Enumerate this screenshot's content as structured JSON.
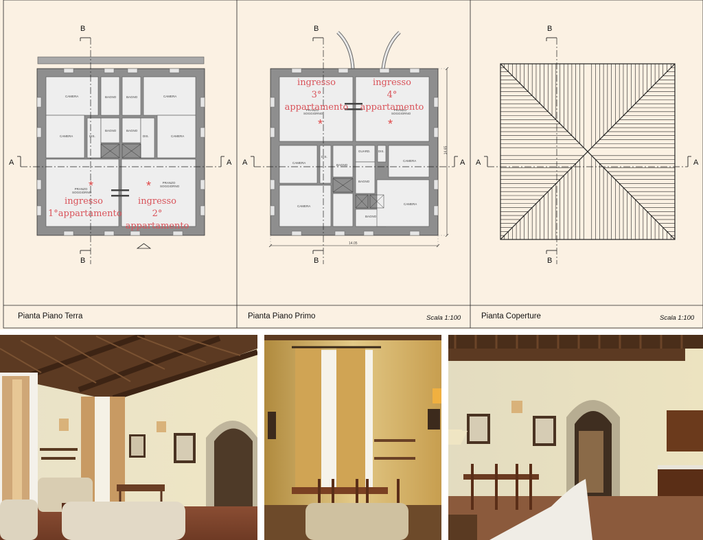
{
  "sheet": {
    "panels": [
      {
        "caption": "Pianta Piano Terra",
        "scale": ""
      },
      {
        "caption": "Pianta Piano Primo",
        "scale": "Scala 1:100"
      },
      {
        "caption": "Pianta Coperture",
        "scale": "Scala 1:100"
      }
    ],
    "section_b": "B",
    "section_a": "A",
    "ground_floor": {
      "entrance_1": [
        "ingresso",
        "1°appartamento"
      ],
      "entrance_2": [
        "ingresso",
        "2° appartamento"
      ],
      "room_labels": [
        "CAMERA",
        "BAGNO",
        "BAGNO",
        "CAMERA",
        "CAMERA",
        "BAGNO",
        "BAGNO",
        "CAMERA",
        "DIS.",
        "DIS.",
        "PRANZO SOGGIORNO",
        "PRANZO SOGGIORNO"
      ]
    },
    "first_floor": {
      "entrance_3": [
        "ingresso",
        "3° appartamento"
      ],
      "entrance_4": [
        "ingresso",
        "4° appartamento"
      ],
      "dimension_width": "14.05",
      "dimension_height": "14.65",
      "room_labels": [
        "PRANZO SOGGIORNO",
        "PRANZO SOGGIORNO",
        "CAMERA",
        "CAMERA",
        "CAMERA",
        "CAMERA",
        "BAGNO",
        "BAGNO",
        "BAGNO",
        "DIS.",
        "GUARD.",
        "DIS."
      ]
    }
  },
  "photos": [
    {
      "alt": "living room with sofa, dining table and arched doorway"
    },
    {
      "alt": "dining area with tall curtained window"
    },
    {
      "alt": "living room with sofa, dining table and kitchenette"
    }
  ]
}
